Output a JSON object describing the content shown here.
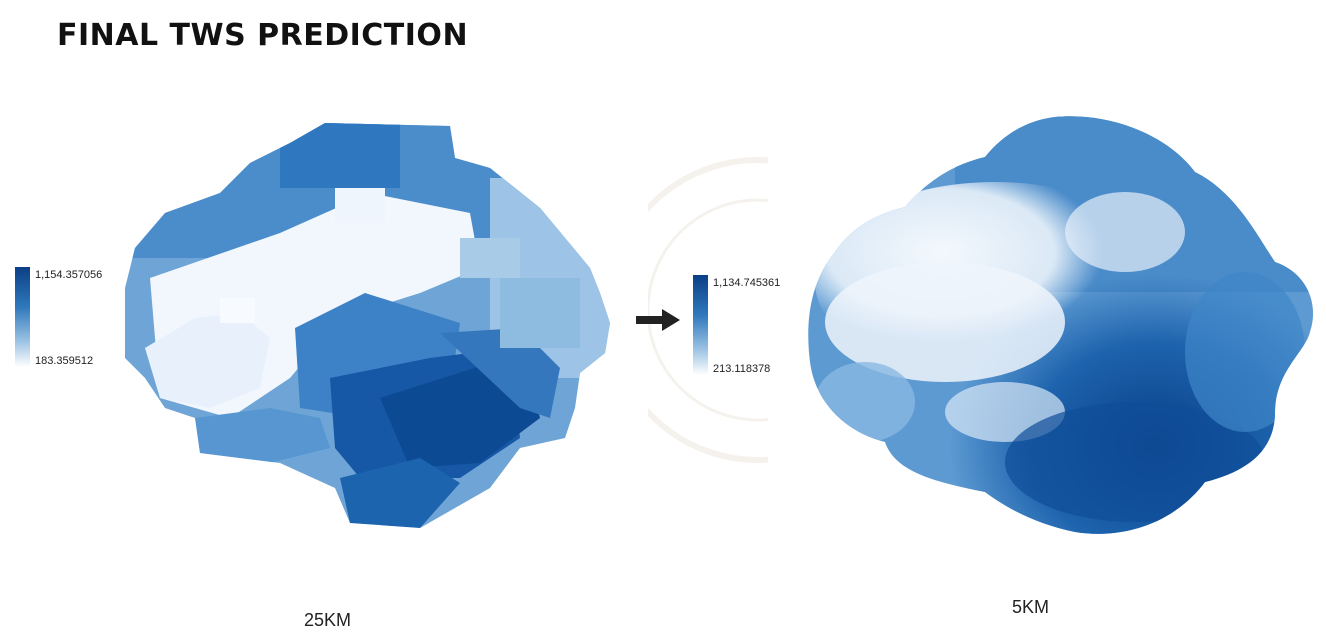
{
  "title": "FINAL TWS PREDICTION",
  "left_panel": {
    "resolution": "25KM",
    "legend": {
      "max": "1,154.357056",
      "min": "183.359512"
    }
  },
  "right_panel": {
    "resolution": "5KM",
    "legend": {
      "max": "1,134.745361",
      "min": "213.118378"
    }
  },
  "arrow_icon": "right-arrow-icon",
  "colors": {
    "high": "#0b3f85",
    "mid": "#2f78bc",
    "low": "#ffffff"
  }
}
